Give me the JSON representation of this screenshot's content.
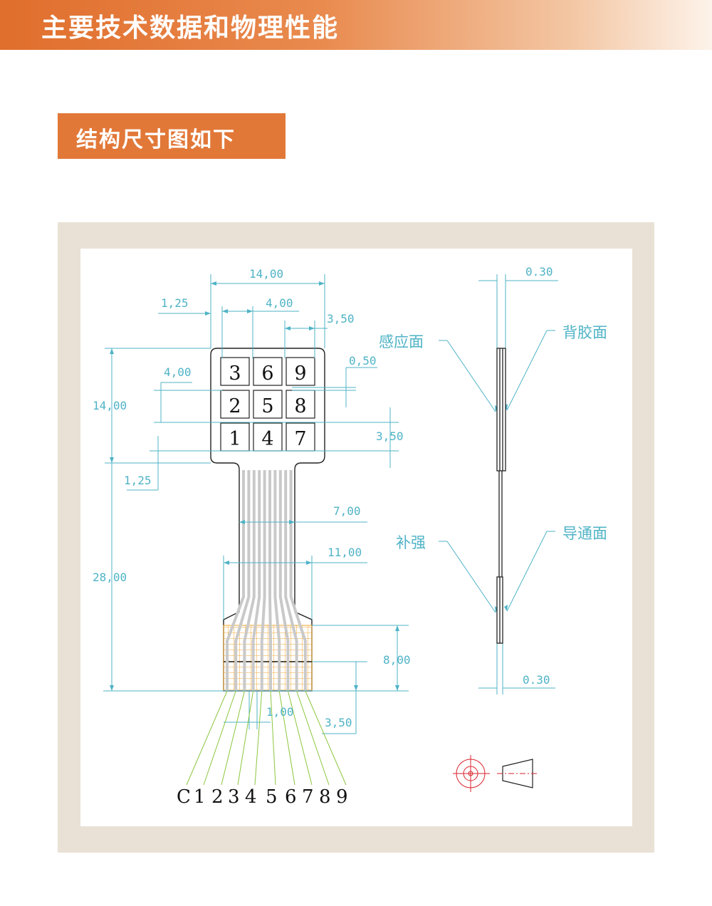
{
  "header": {
    "title": "主要技术数据和物理性能"
  },
  "section": {
    "title": "结构尺寸图如下"
  },
  "diagram": {
    "keys": [
      {
        "label": "3",
        "row": 0,
        "col": 0
      },
      {
        "label": "6",
        "row": 0,
        "col": 1
      },
      {
        "label": "9",
        "row": 0,
        "col": 2
      },
      {
        "label": "2",
        "row": 1,
        "col": 0
      },
      {
        "label": "5",
        "row": 1,
        "col": 1
      },
      {
        "label": "8",
        "row": 1,
        "col": 2
      },
      {
        "label": "1",
        "row": 2,
        "col": 0
      },
      {
        "label": "4",
        "row": 2,
        "col": 1
      },
      {
        "label": "7",
        "row": 2,
        "col": 2
      }
    ],
    "dimensions": {
      "top_width": "14,00",
      "left_margin": "1,25",
      "key_pitch": "4,00",
      "right_offset": "3,50",
      "gap": "0,50",
      "key_height": "4,00",
      "left_height": "14,00",
      "row_height": "3,50",
      "bottom_margin": "1,25",
      "tail_width": "7,00",
      "connector_width": "11,00",
      "total_length": "28,00",
      "connector_height": "8,00",
      "pin_pitch": "1,00",
      "pin_length": "3,50",
      "thickness_top": "0.30",
      "thickness_bottom": "0.30"
    },
    "side_labels": {
      "sensing_face": "感应面",
      "adhesive_face": "背胶面",
      "stiffener": "补强",
      "conductive_face": "导通面"
    },
    "pins": [
      "C",
      "1",
      "2",
      "3",
      "4",
      "5",
      "6",
      "7",
      "8",
      "9"
    ],
    "colors": {
      "dimension": "#4fb3c6",
      "pin_leader": "#8cc63f",
      "grid": "#f0a630",
      "trace": "#c9c9c9",
      "symbol": "#d9222a"
    }
  }
}
